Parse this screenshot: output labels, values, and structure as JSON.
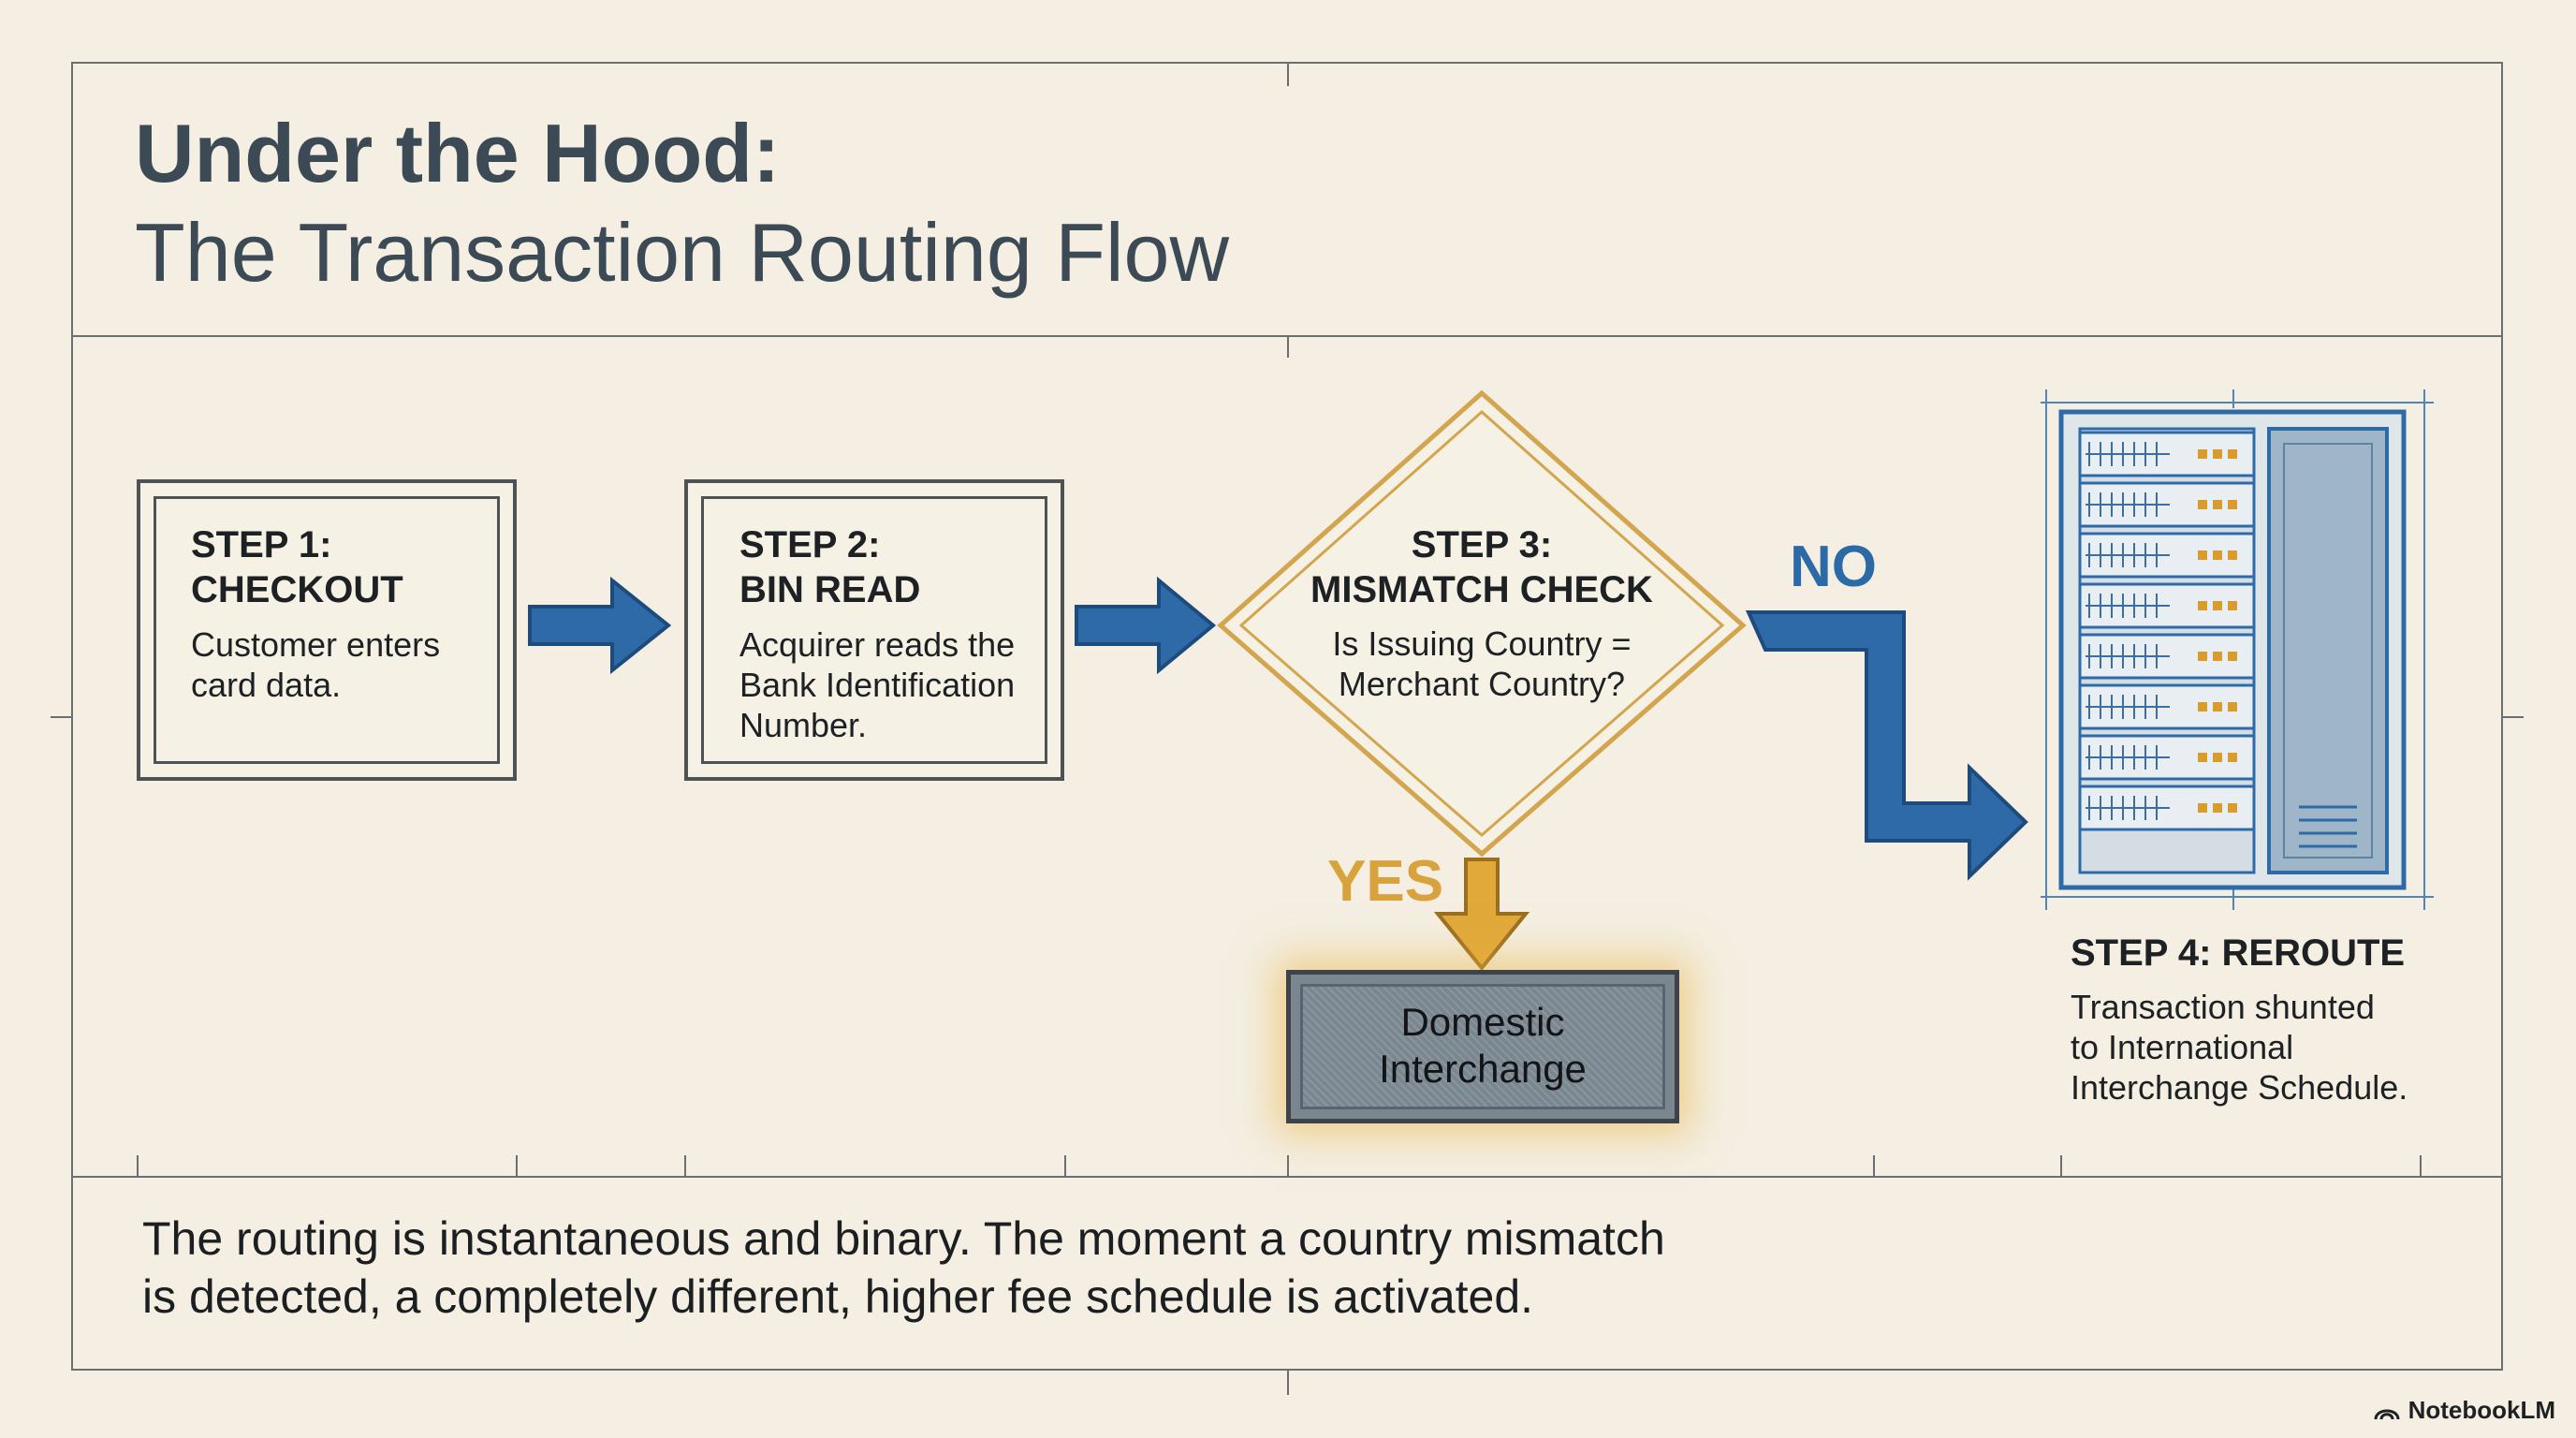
{
  "title": {
    "main": "Under the Hood:",
    "sub": "The Transaction Routing Flow"
  },
  "steps": [
    {
      "title": "STEP 1:\nCHECKOUT",
      "desc": "Customer enters\ncard data."
    },
    {
      "title": "STEP 2:\nBIN READ",
      "desc": "Acquirer reads the\nBank Identification\nNumber."
    },
    {
      "title": "STEP 3:\nMISMATCH CHECK",
      "desc": "Is Issuing Country =\nMerchant Country?"
    },
    {
      "title": "STEP 4: REROUTE",
      "desc": "Transaction shunted\nto International\nInterchange Schedule."
    }
  ],
  "branches": {
    "no": "NO",
    "yes": "YES"
  },
  "domestic": "Domestic\nInterchange",
  "footer": "The routing is instantaneous and binary. The moment a country mismatch\nis detected, a completely different, higher fee schedule is activated.",
  "brand": "NotebookLM",
  "icons": [
    "arrow-right-icon",
    "decision-diamond-icon",
    "server-rack-icon",
    "notebooklm-logo-icon"
  ],
  "colors": {
    "arrow_blue": "#2e6aa8",
    "yes_gold": "#d8a23c",
    "diamond_gold": "#d2a54e",
    "ink": "#1e2124"
  }
}
